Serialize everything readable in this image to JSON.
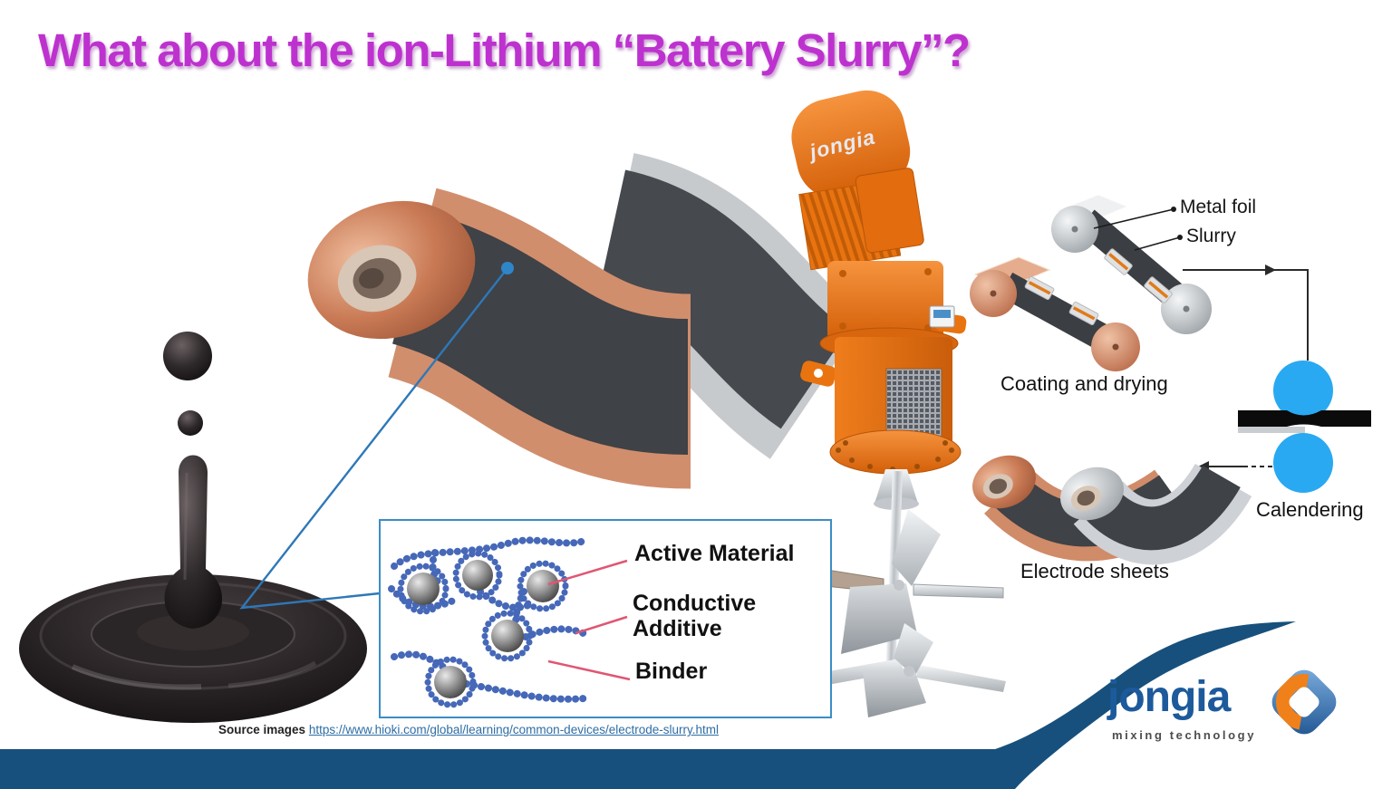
{
  "title": "What about the ion-Lithium “Battery Slurry”?",
  "process": {
    "metal_foil": "Metal foil",
    "slurry": "Slurry",
    "coating_and_drying": "Coating and drying",
    "calendering": "Calendering",
    "electrode_sheets": "Electrode sheets"
  },
  "inset": {
    "active_material": "Active Material",
    "conductive": "Conductive",
    "additive": "Additive",
    "binder": "Binder"
  },
  "source": {
    "label": "Source images",
    "url_text": "https://www.hioki.com/global/learning/common-devices/electrode-slurry.html"
  },
  "brand": {
    "wordmark": "jongia",
    "tagline": "mixing technology",
    "mixer_wordmark": "jongia"
  },
  "colors": {
    "title_magenta": "#bd32cf",
    "band_blue": "#17507c",
    "calender_roller_blue": "#29a9f1",
    "inset_border_blue": "#3c8dc5",
    "leader_pink": "#e05673",
    "connector_blue": "#2e78b8",
    "mixer_orange": "#e9730f",
    "copper": "#d08b69",
    "logo_blue": "#1c5a9c",
    "logo_orange": "#f08019",
    "link_blue": "#2e6da4"
  }
}
